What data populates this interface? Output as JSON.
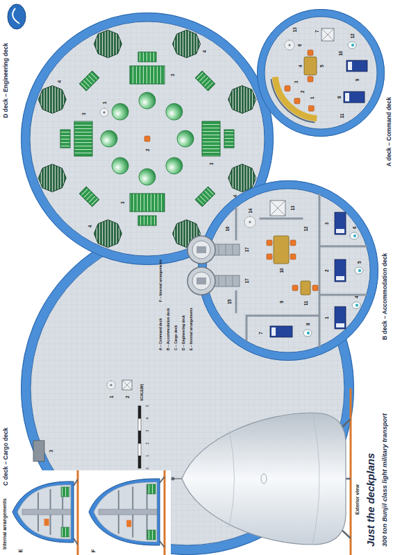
{
  "diagram": {
    "title": "Just the deckplans",
    "nodes": [
      {
        "text": [
          "C deck – Cargo deck"
        ]
      },
      {
        "text": [
          "D deck – Engineering deck"
        ]
      },
      {
        "text": [
          "B deck – Accommodation deck"
        ]
      },
      {
        "text": [
          "A deck – Command deck"
        ]
      }
    ],
    "labels": [
      "Internal arrangements",
      "E",
      "F",
      "Exterior view",
      "300 ton Bunjil class light military transport",
      "SCALE(M)",
      "0",
      "1",
      "2",
      "3",
      "4",
      "5",
      "A – Command deck",
      "B – Accommodation deck",
      "C – Cargo deck",
      "D – Engineering deck",
      "E – Internal arrangements",
      "F – Internal arrangements",
      "1",
      "2",
      "3",
      "2",
      "1",
      "3",
      "3",
      "3",
      "3",
      "4",
      "4",
      "4",
      "4",
      "1",
      "2",
      "3",
      "4",
      "5",
      "6",
      "7",
      "8",
      "9",
      "10",
      "11",
      "12",
      "13",
      "14",
      "15",
      "16",
      "17",
      "17",
      "1",
      "2",
      "3",
      "4",
      "5",
      "6",
      "7",
      "8",
      "9",
      "10",
      "11",
      "12",
      "13"
    ]
  }
}
